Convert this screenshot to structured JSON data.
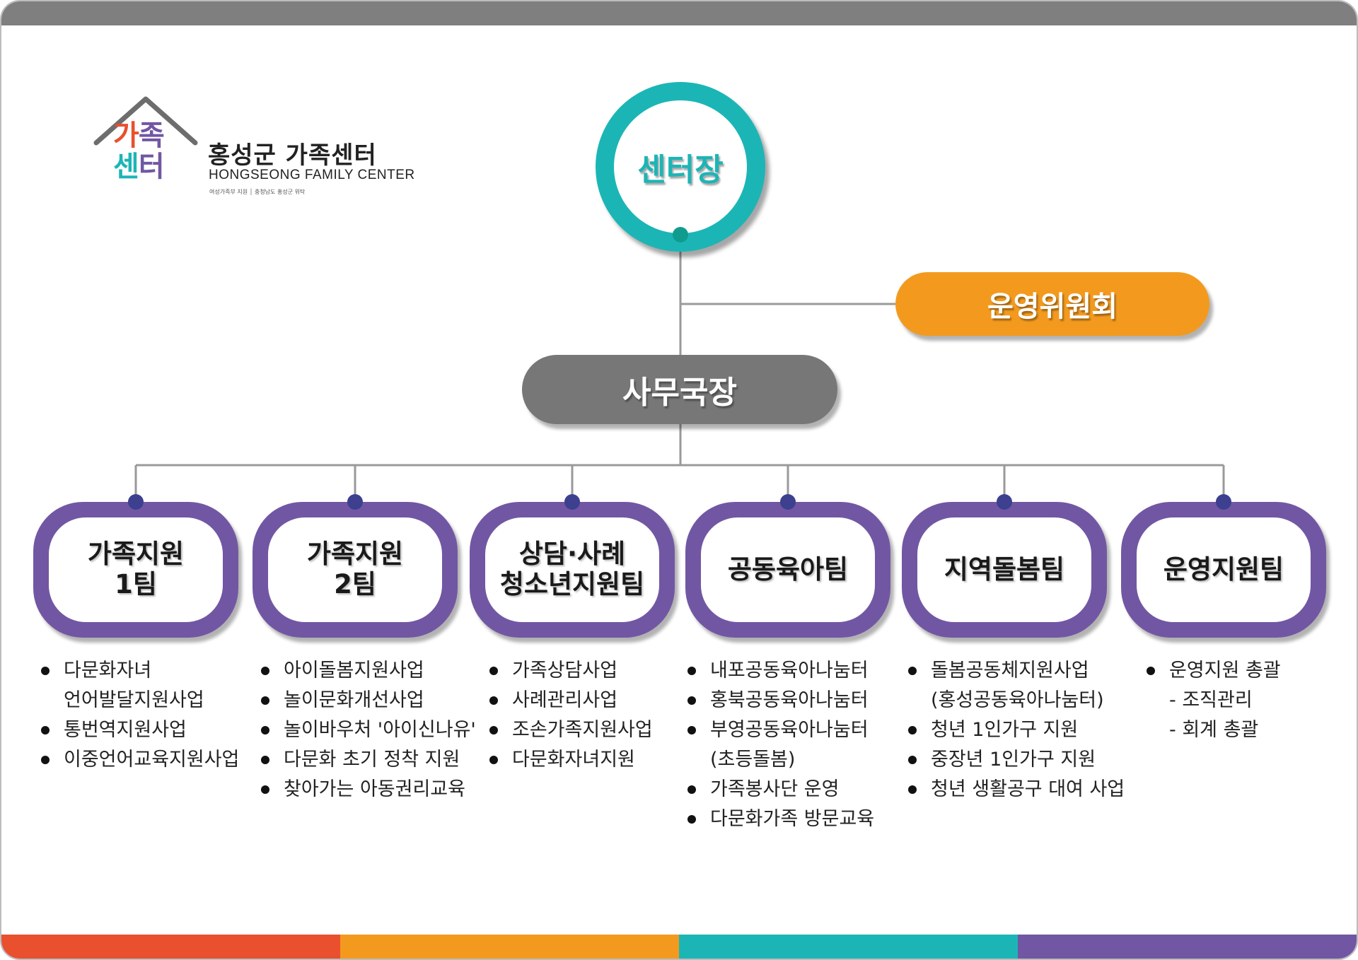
{
  "logo": {
    "mark_line1": "가족",
    "mark_line2": "센터",
    "name_ko": "홍성군 가족센터",
    "name_en": "HONGSEONG FAMILY CENTER",
    "sub": "여성가족부 지원 │ 충청남도 홍성군 위탁"
  },
  "chief": {
    "label": "센터장"
  },
  "committee": {
    "label": "운영위원회"
  },
  "director": {
    "label": "사무국장"
  },
  "teams": [
    {
      "label": "가족지원\n1팀",
      "items": [
        {
          "text": "다문화자녀",
          "bullet": true
        },
        {
          "text": "언어발달지원사업",
          "bullet": false
        },
        {
          "text": "통번역지원사업",
          "bullet": true
        },
        {
          "text": "이중언어교육지원사업",
          "bullet": true
        }
      ]
    },
    {
      "label": "가족지원\n2팀",
      "items": [
        {
          "text": "아이돌봄지원사업",
          "bullet": true
        },
        {
          "text": "놀이문화개선사업",
          "bullet": true
        },
        {
          "text": "놀이바우처 '아이신나유'",
          "bullet": true
        },
        {
          "text": "다문화 초기 정착 지원",
          "bullet": true
        },
        {
          "text": "찾아가는 아동권리교육",
          "bullet": true
        }
      ]
    },
    {
      "label": "상담·사례\n청소년지원팀",
      "items": [
        {
          "text": "가족상담사업",
          "bullet": true
        },
        {
          "text": "사례관리사업",
          "bullet": true
        },
        {
          "text": "조손가족지원사업",
          "bullet": true
        },
        {
          "text": "다문화자녀지원",
          "bullet": true
        }
      ]
    },
    {
      "label": "공동육아팀",
      "items": [
        {
          "text": "내포공동육아나눔터",
          "bullet": true
        },
        {
          "text": "홍북공동육아나눔터",
          "bullet": true
        },
        {
          "text": "부영공동육아나눔터",
          "bullet": true
        },
        {
          "text": "(초등돌봄)",
          "bullet": false
        },
        {
          "text": "가족봉사단 운영",
          "bullet": true
        },
        {
          "text": "다문화가족 방문교육",
          "bullet": true
        }
      ]
    },
    {
      "label": "지역돌봄팀",
      "items": [
        {
          "text": "돌봄공동체지원사업",
          "bullet": true
        },
        {
          "text": "(홍성공동육아나눔터)",
          "bullet": false
        },
        {
          "text": "청년 1인가구 지원",
          "bullet": true
        },
        {
          "text": "중장년 1인가구 지원",
          "bullet": true
        },
        {
          "text": "청년 생활공구 대여 사업",
          "bullet": true
        }
      ]
    },
    {
      "label": "운영지원팀",
      "items": [
        {
          "text": "운영지원 총괄",
          "bullet": true
        },
        {
          "text": "- 조직관리",
          "bullet": false
        },
        {
          "text": "- 회계 총괄",
          "bullet": false
        }
      ]
    }
  ],
  "colors": {
    "teal": "#1cb5b6",
    "orange": "#f39a1e",
    "gray": "#777777",
    "purple": "#7157a3",
    "red": "#e8502e",
    "line": "#9a9a9a"
  }
}
